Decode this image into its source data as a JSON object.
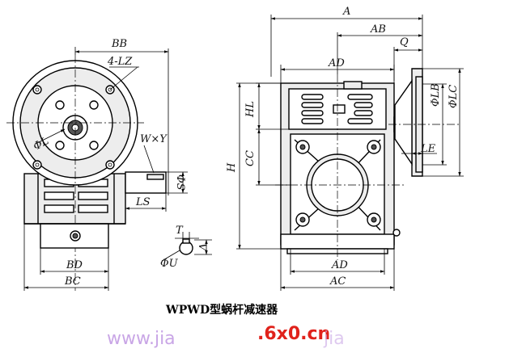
{
  "caption": "WPWD型蜗杆减速器",
  "watermark": {
    "prefix": "www.jia",
    "domain": ".6x0.cn",
    "tail": "jia"
  },
  "left_view": {
    "BB": "BB",
    "LZ": "4-LZ",
    "L": "ΦL",
    "WY": "W×Y",
    "S": "ΦS",
    "LS": "LS",
    "T": "T",
    "V": "V",
    "U": "ΦU",
    "BD": "BD",
    "BC": "BC"
  },
  "right_view": {
    "A": "A",
    "AB": "AB",
    "Q": "Q",
    "AD_top": "AD",
    "HL": "HL",
    "CC": "CC",
    "H": "H",
    "LB": "ΦLB",
    "LC": "ΦLC",
    "LE": "LE",
    "AD_bottom": "AD",
    "AC": "AC"
  }
}
